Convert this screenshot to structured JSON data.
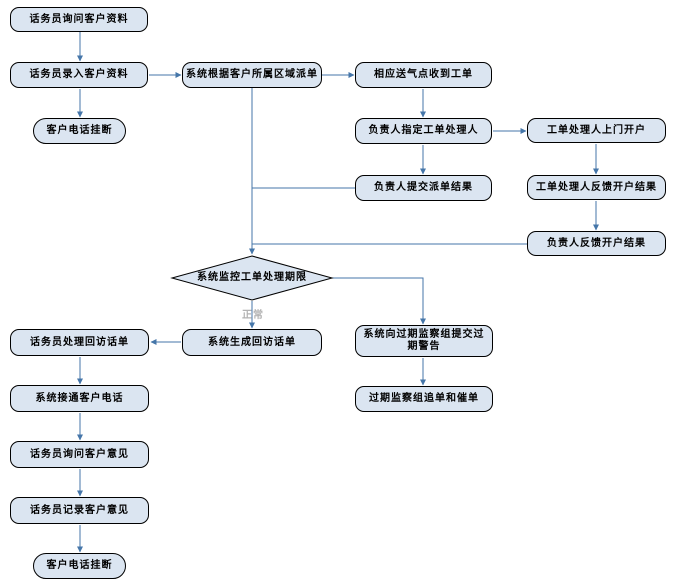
{
  "diagram": {
    "nodes": {
      "ask_customer_info": {
        "label": "话务员询问客户资料",
        "type": "process"
      },
      "enter_customer_info": {
        "label": "话务员录入客户资料",
        "type": "process"
      },
      "customer_hangup_top": {
        "label": "客户电话挂断",
        "type": "terminator"
      },
      "dispatch_by_region": {
        "label": "系统根据客户所属区域派单",
        "type": "process"
      },
      "gas_point_receive": {
        "label": "相应送气点收到工单",
        "type": "process"
      },
      "assign_handler": {
        "label": "负责人指定工单处理人",
        "type": "process"
      },
      "handler_door_open": {
        "label": "工单处理人上门开户",
        "type": "process"
      },
      "submit_dispatch_result": {
        "label": "负责人提交派单结果",
        "type": "process"
      },
      "handler_feedback": {
        "label": "工单处理人反馈开户结果",
        "type": "process"
      },
      "leader_feedback": {
        "label": "负责人反馈开户结果",
        "type": "process"
      },
      "monitor_deadline": {
        "label": "系统监控工单处理期限",
        "type": "decision"
      },
      "generate_callback": {
        "label": "系统生成回访话单",
        "type": "process"
      },
      "overdue_warning": {
        "label": "系统向过期监察组提交过期警告",
        "type": "process"
      },
      "overdue_chase": {
        "label": "过期监察组追单和催单",
        "type": "process"
      },
      "handle_callback": {
        "label": "话务员处理回访话单",
        "type": "process"
      },
      "connect_customer": {
        "label": "系统接通客户电话",
        "type": "process"
      },
      "ask_customer_opinion": {
        "label": "话务员询问客户意见",
        "type": "process"
      },
      "record_customer_opinion": {
        "label": "话务员记录客户意见",
        "type": "process"
      },
      "customer_hangup_bottom": {
        "label": "客户电话挂断",
        "type": "terminator"
      }
    },
    "edge_labels": {
      "normal": "正常"
    },
    "colors": {
      "node_fill": "#dbe5f1",
      "node_border": "#000000",
      "arrow": "#4576a9",
      "edge_label": "#b3b3b3"
    }
  }
}
